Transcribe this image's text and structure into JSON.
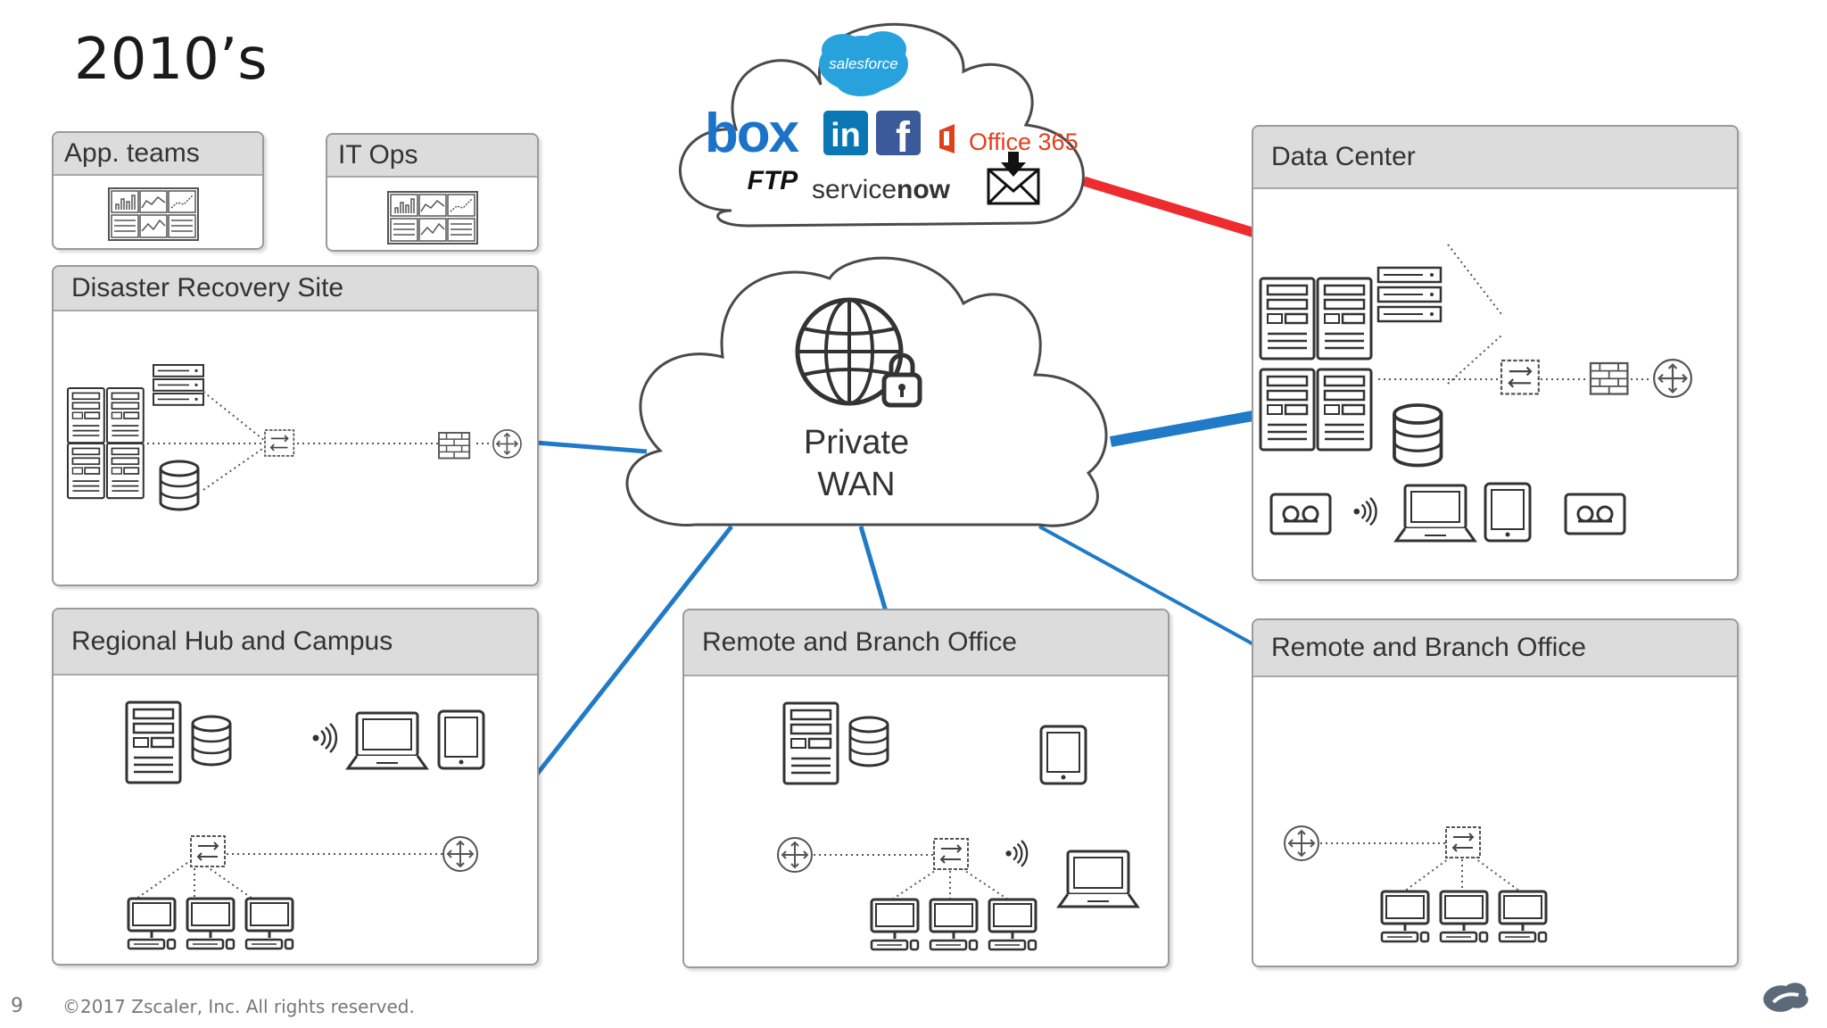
{
  "slide": {
    "title": "2010’s",
    "page_number": "9",
    "copyright": "©2017 Zscaler, Inc. All rights reserved."
  },
  "panels": {
    "app_teams": "App. teams",
    "it_ops": "IT Ops",
    "disaster_recovery": "Disaster Recovery Site",
    "regional_hub": "Regional Hub and Campus",
    "branch_office_1": "Remote and Branch Office",
    "branch_office_2": "Remote and Branch Office",
    "data_center": "Data Center"
  },
  "wan": {
    "line1": "Private",
    "line2": "WAN"
  },
  "saas": {
    "salesforce": "salesforce",
    "box": "box",
    "linkedin": "in",
    "facebook": "f",
    "office365": "Office 365",
    "ftp": "FTP",
    "servicenow_a": "service",
    "servicenow_b": "now"
  },
  "colors": {
    "wan_link": "#1f7ac7",
    "internet_link": "#ee2b2f",
    "panel_header": "#dcdcdc",
    "salesforce": "#27a2dd",
    "box": "#1a73c9",
    "linkedin": "#0a76b3",
    "facebook": "#3b5a9a",
    "office365": "#e0411d",
    "servicenow_accent": "#62d84e"
  },
  "icons": [
    "globe-lock-icon",
    "server-tower-icon",
    "database-icon",
    "rack-server-icon",
    "switch-icon",
    "firewall-icon",
    "router-icon",
    "desktop-icon",
    "laptop-icon",
    "tablet-icon",
    "wireless-icon",
    "voicemail-icon",
    "dashboard-icon",
    "mail-download-icon"
  ]
}
